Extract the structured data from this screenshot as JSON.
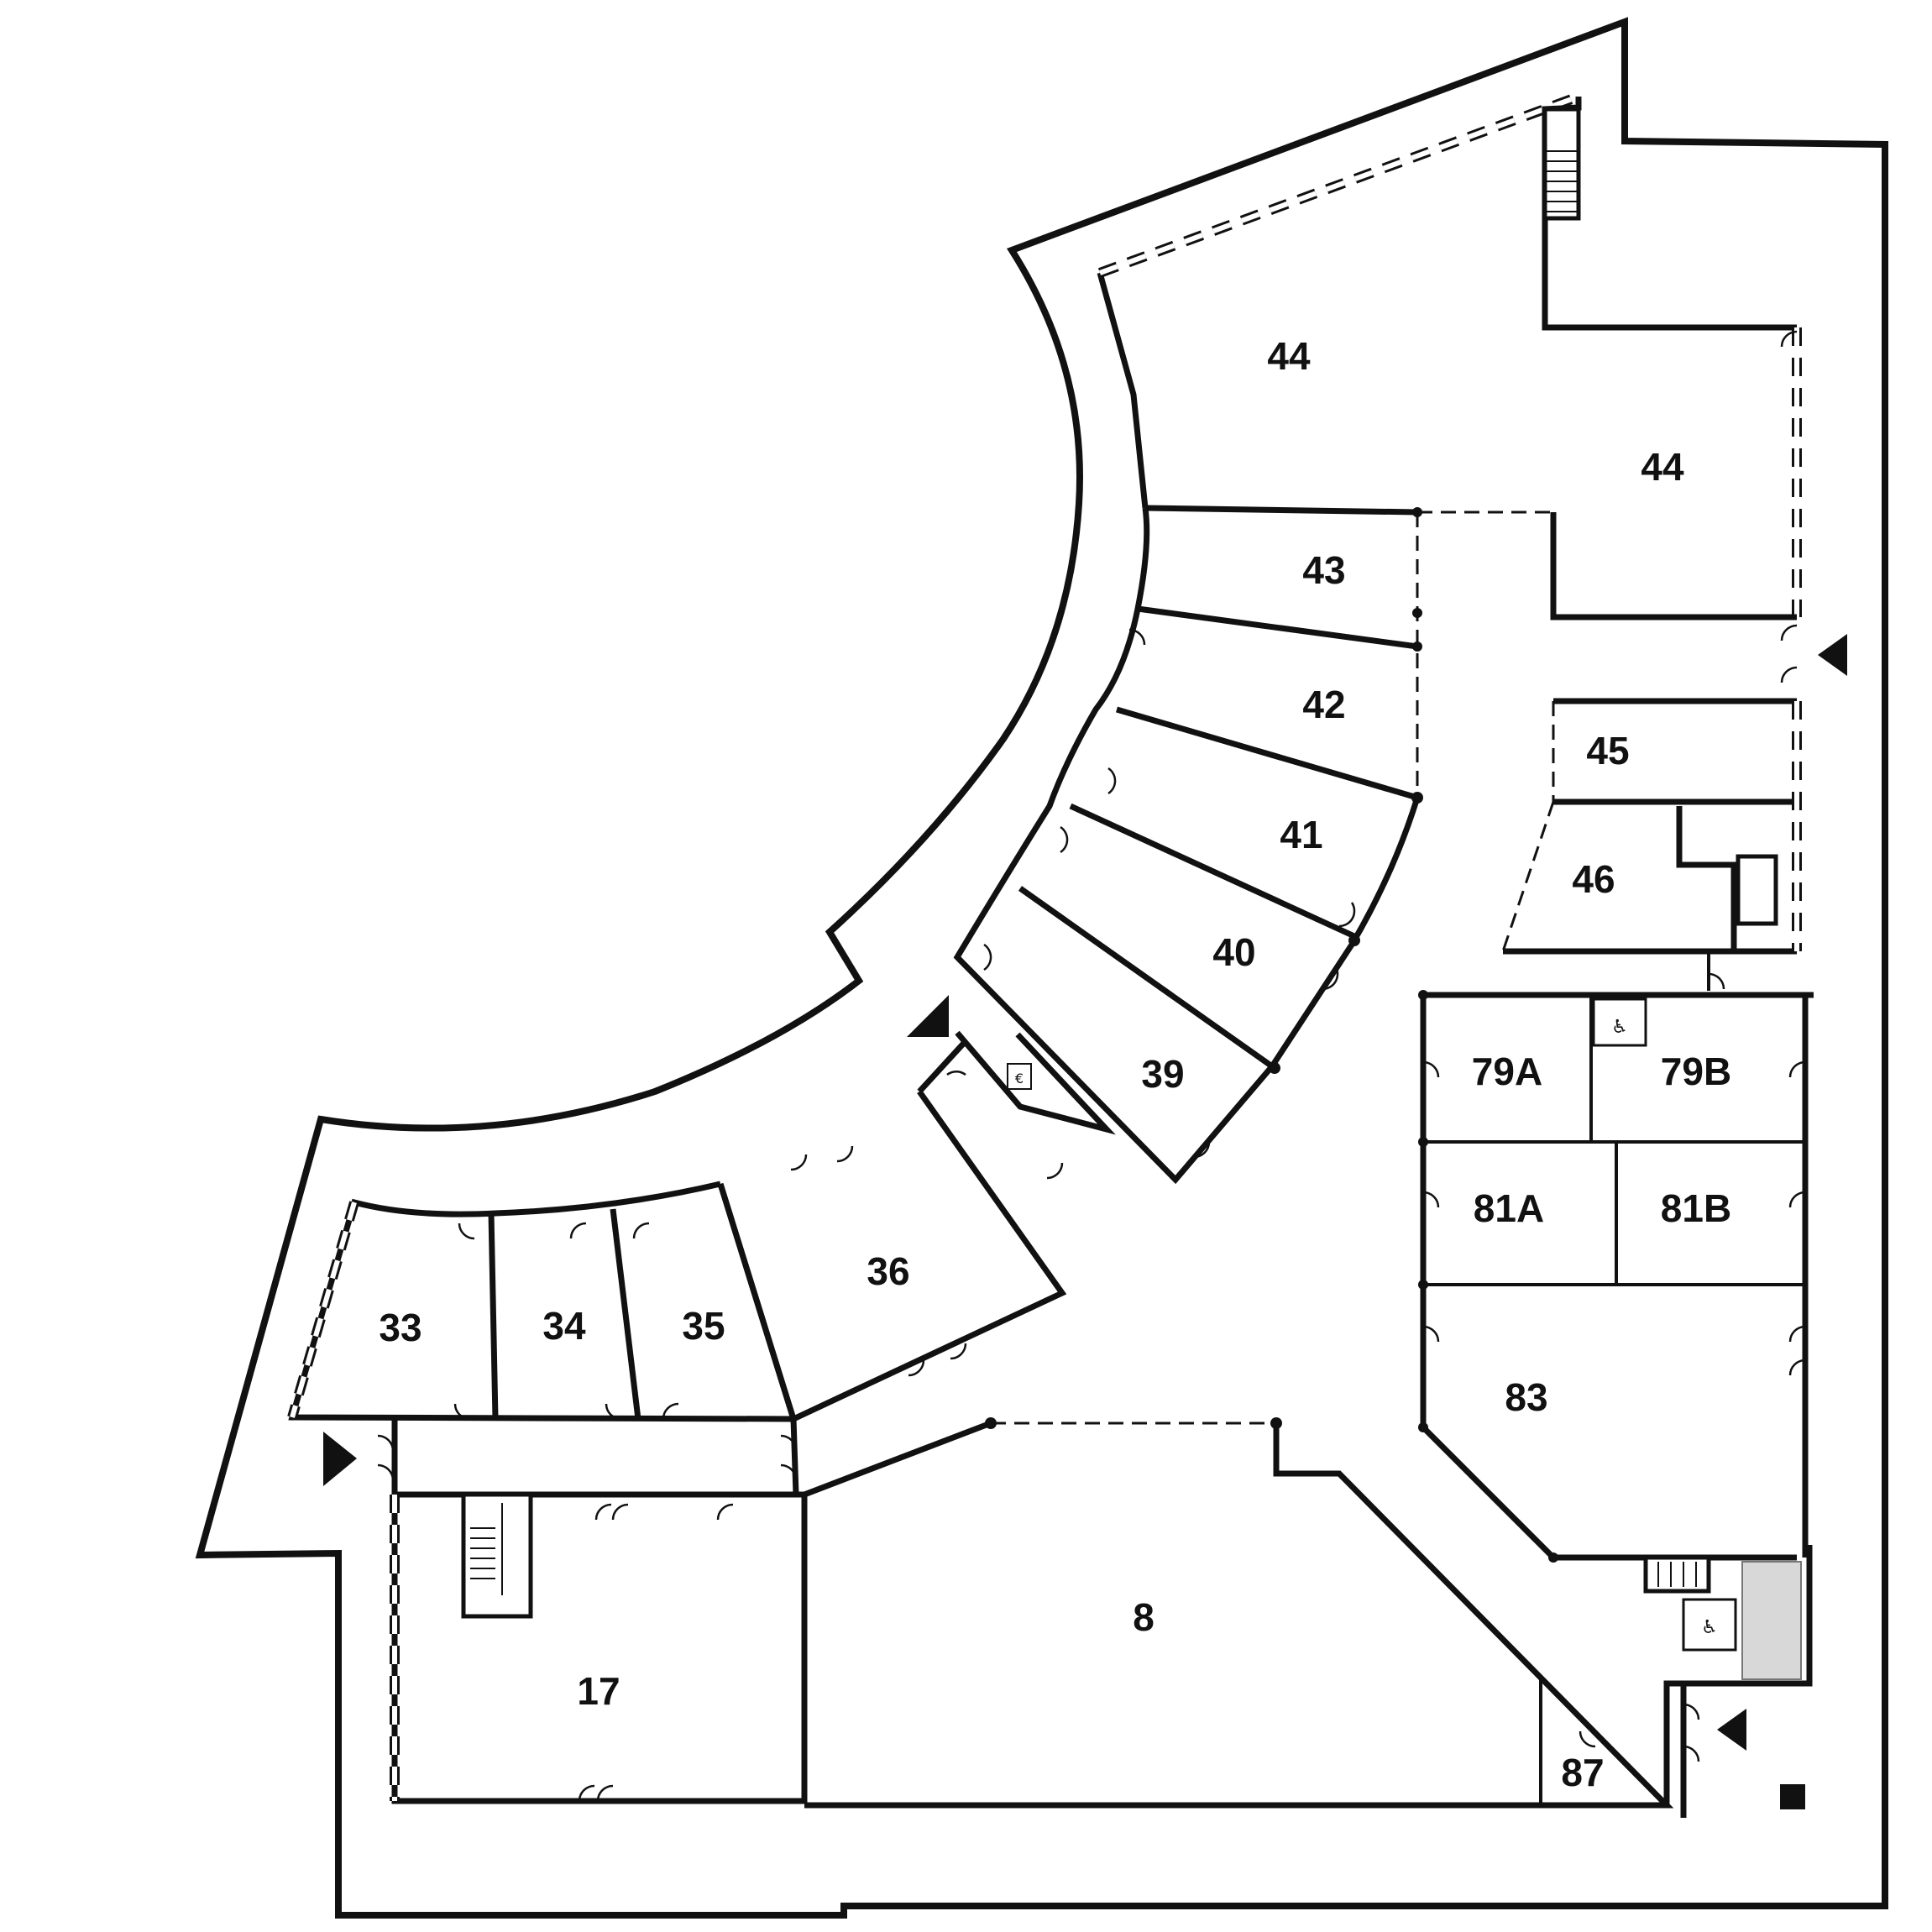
{
  "rooms": {
    "r44a": "44",
    "r44b": "44",
    "r43": "43",
    "r42": "42",
    "r41": "41",
    "r40": "40",
    "r39": "39",
    "r36": "36",
    "r35": "35",
    "r34": "34",
    "r33": "33",
    "r45": "45",
    "r46": "46",
    "r79a": "79A",
    "r79b": "79B",
    "r81a": "81A",
    "r81b": "81B",
    "r83": "83",
    "r8": "8",
    "r17": "17",
    "r87": "87"
  },
  "icons": {
    "atm": "€"
  }
}
